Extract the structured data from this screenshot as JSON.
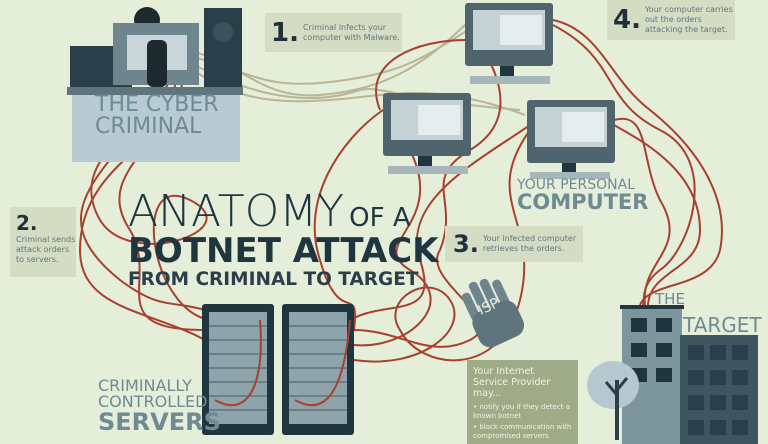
{
  "title": {
    "line1_big": "ANATOMY",
    "line1_small": "OF A",
    "line2": "BOTNET ATTACK",
    "line3": "FROM CRIMINAL TO TARGET"
  },
  "labels": {
    "criminal": [
      "THE CYBER",
      "CRIMINAL"
    ],
    "personal_computer": [
      "YOUR PERSONAL",
      "COMPUTER"
    ],
    "servers": [
      "CRIMINALLY",
      "CONTROLLED",
      "SERVERS"
    ],
    "target": [
      "THE",
      "TARGET"
    ],
    "isp_badge": "ISP"
  },
  "steps": [
    {
      "number": "1.",
      "text": "Criminal infects your computer with Malware."
    },
    {
      "number": "2.",
      "text": "Criminal sends attack orders to servers."
    },
    {
      "number": "3.",
      "text": "Your infected computer retrieves the orders."
    },
    {
      "number": "4.",
      "text": "Your computer carries out the orders attacking the target."
    }
  ],
  "isp_note": {
    "heading": "Your Internet Service Provider may...",
    "bullets": [
      "notify you if they detect a known botnet",
      "block communication with compromised servers"
    ]
  },
  "colors": {
    "background": "#e5eed9",
    "dark": "#1f3540",
    "cable_red": "#a8402f",
    "cable_beige": "#b9b596",
    "callout": "#d4ddc3"
  }
}
